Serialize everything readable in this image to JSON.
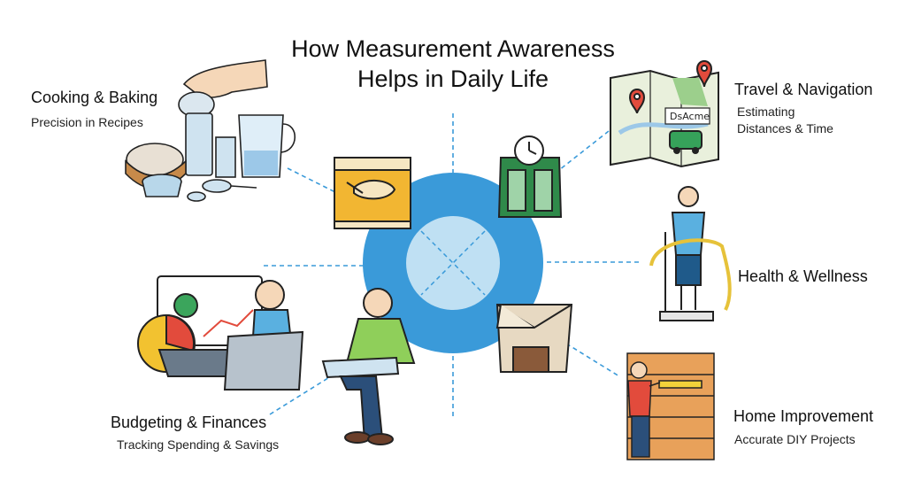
{
  "title_line1": "How Measurement Awareness",
  "title_line2": "Helps in Daily Life",
  "categories": [
    {
      "title": "Cooking & Baking",
      "subtitle_lines": [
        "Precision in Recipes"
      ]
    },
    {
      "title": "Travel & Navigation",
      "subtitle_lines": [
        "Estimating",
        "Distances & Time"
      ]
    },
    {
      "title": "Health & Wellness",
      "subtitle_lines": []
    },
    {
      "title": "Budgeting & Finances",
      "subtitle_lines": [
        "Tracking Spending & Savings"
      ]
    },
    {
      "title": "Home Improvement",
      "subtitle_lines": [
        "Accurate DIY Projects"
      ]
    }
  ],
  "map_label": "DsAcme",
  "colors": {
    "hub_outer": "#3a9ad9",
    "hub_inner": "#bfe0f3",
    "connector": "#3a9ad9",
    "scale_green": "#2f8a4a",
    "wood": "#e8a15a"
  },
  "icons": [
    "measuring-cups-icon",
    "recipe-book-icon",
    "bathroom-scale-icon",
    "map-icon",
    "person-tape-measure-icon",
    "laptop-chart-icon",
    "reading-person-icon",
    "box-icon",
    "wall-measuring-icon"
  ]
}
